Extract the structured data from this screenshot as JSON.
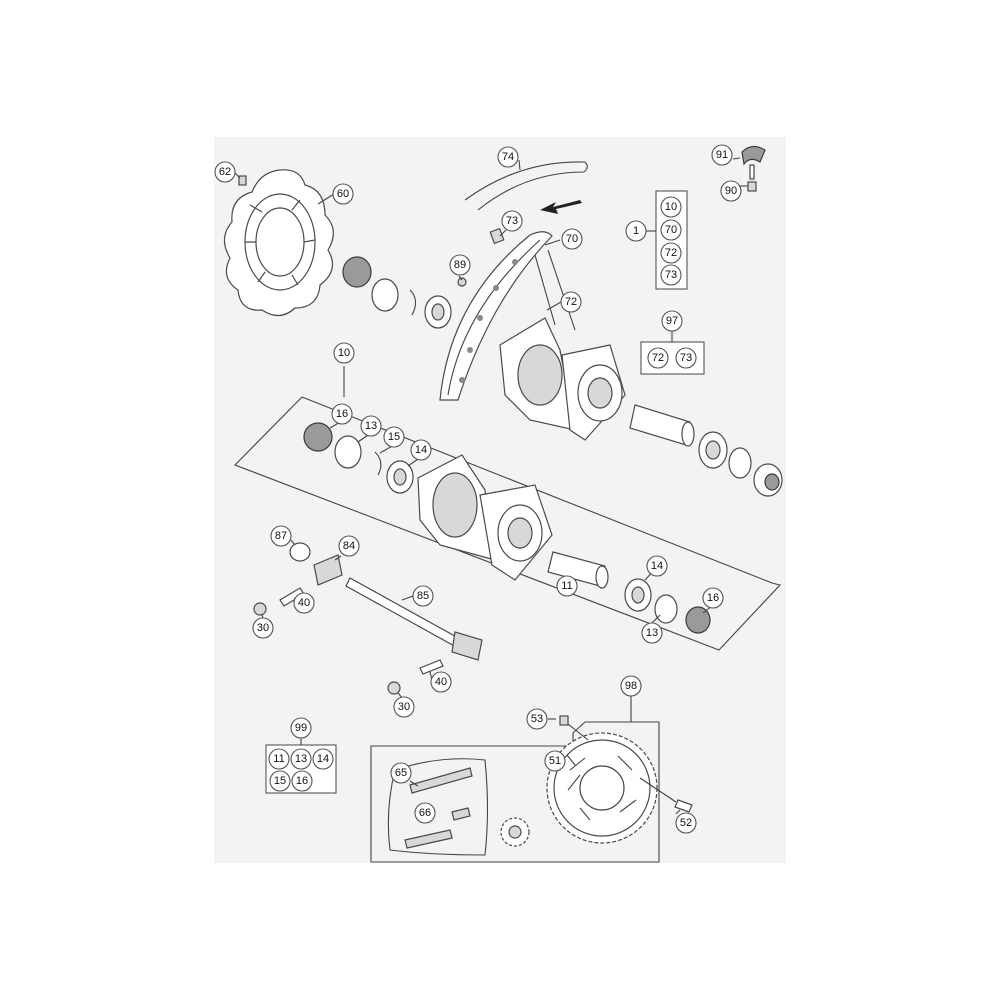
{
  "callouts": {
    "c62": "62",
    "c60": "60",
    "c74": "74",
    "c73a": "73",
    "c70a": "70",
    "c89": "89",
    "c72a": "72",
    "c91": "91",
    "c90": "90",
    "c1": "1",
    "g1_10": "10",
    "g1_70": "70",
    "g1_72": "72",
    "g1_73": "73",
    "c97": "97",
    "g97_72": "72",
    "g97_73": "73",
    "c10": "10",
    "c16a": "16",
    "c13a": "13",
    "c15": "15",
    "c14a": "14",
    "c87": "87",
    "c84": "84",
    "c40a": "40",
    "c30a": "30",
    "c85": "85",
    "c11": "11",
    "c14b": "14",
    "c16b": "16",
    "c13b": "13",
    "c40b": "40",
    "c30b": "30",
    "c98": "98",
    "c53": "53",
    "c51": "51",
    "c52": "52",
    "c65": "65",
    "c66": "66",
    "c99": "99",
    "g99_11": "11",
    "g99_13": "13",
    "g99_14": "14",
    "g99_15": "15",
    "g99_16": "16"
  }
}
